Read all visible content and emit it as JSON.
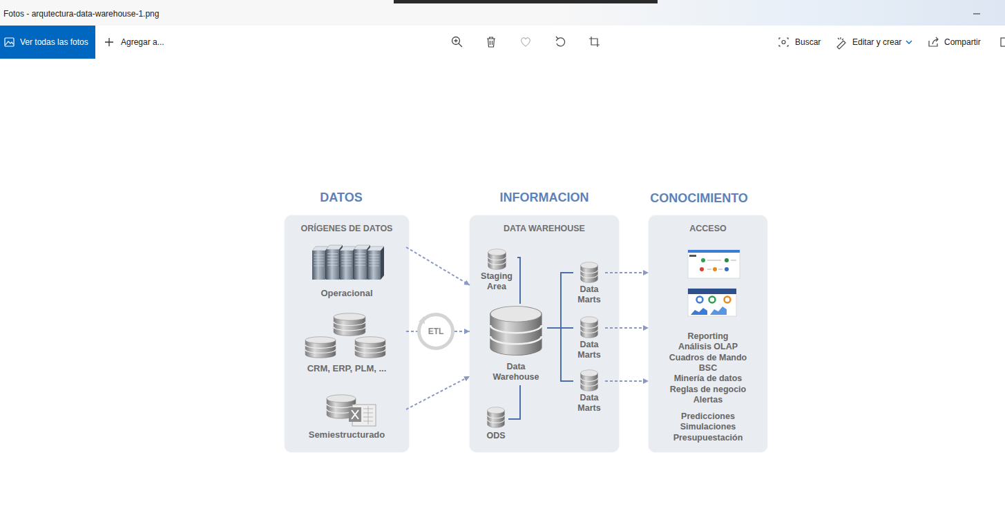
{
  "diagram": {
    "nodes": [
      {
        "text": [
          "Ver todas las fotos"
        ]
      },
      {
        "text": [
          "DATOS",
          "ORÍGENES DE DATOS"
        ]
      },
      {
        "text": [
          "Operacional"
        ],
        "in": 1
      },
      {
        "text": [
          "CRM, ERP, PLM, ..."
        ],
        "in": 1
      },
      {
        "text": [
          "Semiestructurado"
        ],
        "in": 1
      },
      {
        "text": [
          "ETL"
        ]
      },
      {
        "text": [
          "INFORMACION",
          "DATA WAREHOUSE"
        ]
      },
      {
        "text": [
          "Staging Area"
        ],
        "in": 6
      },
      {
        "text": [
          "Data Warehouse"
        ],
        "in": 6
      },
      {
        "text": [
          "Data Marts"
        ],
        "in": 6
      },
      {
        "text": [
          "Data Marts"
        ],
        "in": 6
      },
      {
        "text": [
          "Data Marts"
        ],
        "in": 6
      },
      {
        "text": [
          "ODS"
        ],
        "in": 6
      },
      {
        "text": [
          "CONOCIMIENTO",
          "ACCESO",
          "Reporting",
          "Análisis OLAP",
          "Cuadros de Mando",
          "BSC",
          "Minería de datos",
          "Reglas de negocio",
          "Alertas",
          "Predicciones",
          "Simulaciones",
          "Presupuestación"
        ]
      }
    ],
    "edges": [
      {
        "from": 2,
        "to": 6,
        "arrow": "to"
      },
      {
        "from": 3,
        "to": 5,
        "arrow": "none"
      },
      {
        "from": 5,
        "to": 6,
        "arrow": "to"
      },
      {
        "from": 4,
        "to": 6,
        "arrow": "to"
      },
      {
        "from": 7,
        "to": 8,
        "arrow": "none"
      },
      {
        "from": 8,
        "to": 9,
        "arrow": "none"
      },
      {
        "from": 8,
        "to": 10,
        "arrow": "none"
      },
      {
        "from": 8,
        "to": 11,
        "arrow": "none"
      },
      {
        "from": 12,
        "to": 8,
        "arrow": "none"
      },
      {
        "from": 9,
        "to": 13,
        "arrow": "to"
      },
      {
        "from": 10,
        "to": 13,
        "arrow": "to"
      },
      {
        "from": 11,
        "to": 13,
        "arrow": "to"
      }
    ],
    "labels": [
      "Fotos - arqutectura-data-warehouse-1.png",
      "Agregar a...",
      "Buscar",
      "Editar y crear",
      "Compartir"
    ]
  }
}
